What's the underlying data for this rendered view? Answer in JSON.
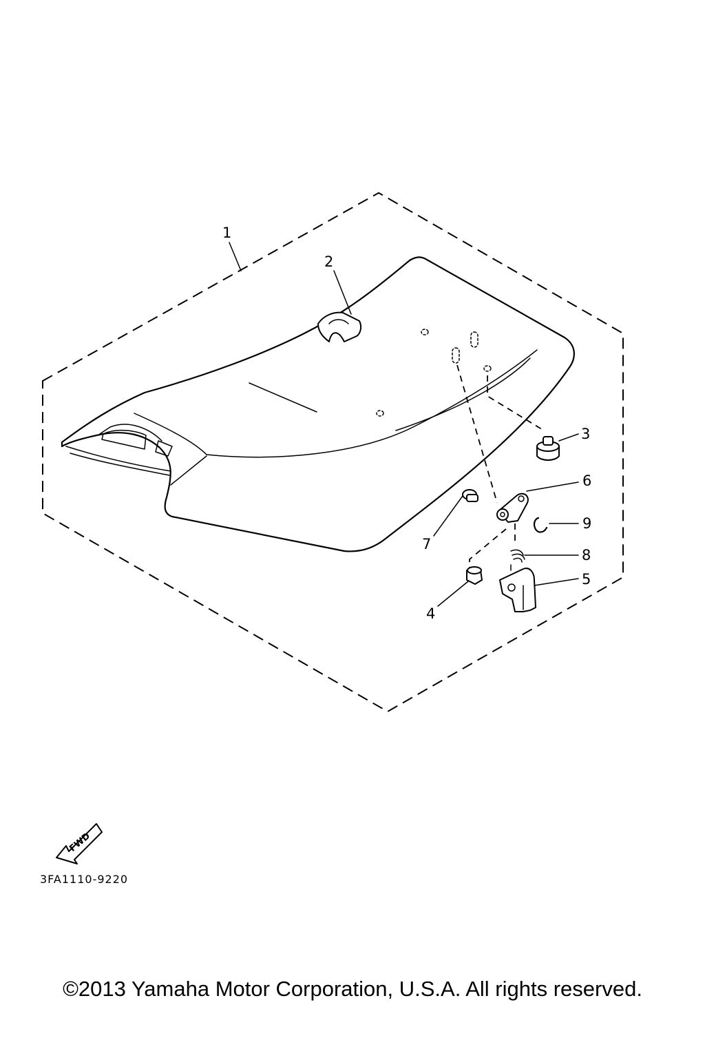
{
  "diagram": {
    "callouts": [
      {
        "label": "1",
        "part": "seat-assembly"
      },
      {
        "label": "2",
        "part": "strap"
      },
      {
        "label": "3",
        "part": "damper"
      },
      {
        "label": "4",
        "part": "nut"
      },
      {
        "label": "5",
        "part": "hook-lock"
      },
      {
        "label": "6",
        "part": "stay"
      },
      {
        "label": "7",
        "part": "bolt"
      },
      {
        "label": "8",
        "part": "spring"
      },
      {
        "label": "9",
        "part": "circlip"
      }
    ],
    "fwd_label": "FWD",
    "drawing_code": "3FA1110-9220"
  },
  "footer": {
    "copyright": "©2013 Yamaha Motor Corporation, U.S.A. All rights reserved."
  }
}
